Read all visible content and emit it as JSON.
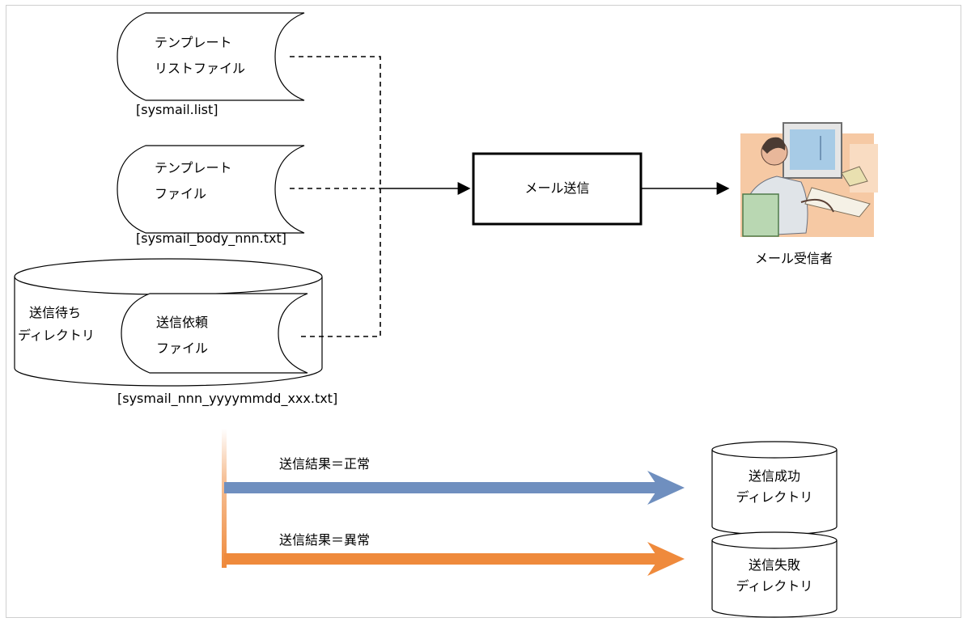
{
  "diagram": {
    "files": {
      "template_list": {
        "line1": "テンプレート",
        "line2": "リストファイル",
        "filename": "[sysmail.list]"
      },
      "template": {
        "line1": "テンプレート",
        "line2": "ファイル",
        "filename": "[sysmail_body_nnn.txt]"
      },
      "request": {
        "line1": "送信依頼",
        "line2": "ファイル",
        "filename": "[sysmail_nnn_yyyymmdd_xxx.txt]"
      }
    },
    "waiting_dir": {
      "line1": "送信待ち",
      "line2": "ディレクトリ"
    },
    "process": {
      "label": "メール送信"
    },
    "recipient": {
      "label": "メール受信者"
    },
    "results": {
      "success": {
        "label": "送信結果＝正常",
        "dir_line1": "送信成功",
        "dir_line2": "ディレクトリ",
        "color": "#6f8fbf"
      },
      "failure": {
        "label": "送信結果＝異常",
        "dir_line1": "送信失敗",
        "dir_line2": "ディレクトリ",
        "color": "#ef8a3c"
      }
    }
  }
}
